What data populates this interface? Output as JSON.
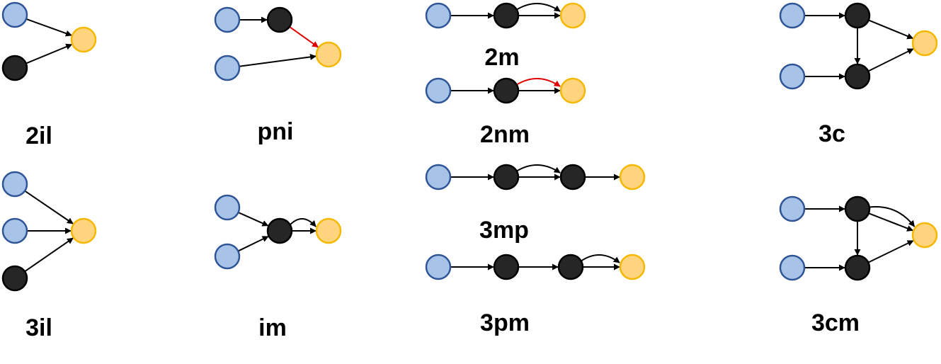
{
  "diagram": {
    "colors": {
      "input_fill": "#a7c4e8",
      "input_stroke": "#2f5597",
      "hidden_fill": "#262626",
      "hidden_stroke": "#000000",
      "output_fill": "#ffd47f",
      "output_stroke": "#f5b800",
      "edge_default": "#000000",
      "edge_red": "#e00000"
    },
    "motifs": [
      {
        "id": "2il",
        "label": "2il",
        "nodes": [
          {
            "id": "a",
            "role": "input"
          },
          {
            "id": "b",
            "role": "hidden"
          },
          {
            "id": "o",
            "role": "output"
          }
        ],
        "edges": [
          {
            "from": "a",
            "to": "o"
          },
          {
            "from": "b",
            "to": "o"
          }
        ]
      },
      {
        "id": "pni",
        "label": "pni",
        "nodes": [
          {
            "id": "a",
            "role": "input"
          },
          {
            "id": "b",
            "role": "input"
          },
          {
            "id": "h",
            "role": "hidden"
          },
          {
            "id": "o",
            "role": "output"
          }
        ],
        "edges": [
          {
            "from": "a",
            "to": "h"
          },
          {
            "from": "h",
            "to": "o",
            "color": "red"
          },
          {
            "from": "b",
            "to": "o"
          }
        ]
      },
      {
        "id": "2m",
        "label": "2m",
        "nodes": [
          {
            "id": "a",
            "role": "input"
          },
          {
            "id": "h",
            "role": "hidden"
          },
          {
            "id": "o",
            "role": "output"
          }
        ],
        "edges": [
          {
            "from": "a",
            "to": "h"
          },
          {
            "from": "h",
            "to": "o"
          },
          {
            "from": "h",
            "to": "o",
            "curved": true
          }
        ]
      },
      {
        "id": "2nm",
        "label": "2nm",
        "nodes": [
          {
            "id": "a",
            "role": "input"
          },
          {
            "id": "h",
            "role": "hidden"
          },
          {
            "id": "o",
            "role": "output"
          }
        ],
        "edges": [
          {
            "from": "a",
            "to": "h"
          },
          {
            "from": "h",
            "to": "o"
          },
          {
            "from": "h",
            "to": "o",
            "curved": true,
            "color": "red"
          }
        ]
      },
      {
        "id": "3c",
        "label": "3c",
        "nodes": [
          {
            "id": "a",
            "role": "input"
          },
          {
            "id": "b",
            "role": "input"
          },
          {
            "id": "h1",
            "role": "hidden"
          },
          {
            "id": "h2",
            "role": "hidden"
          },
          {
            "id": "o",
            "role": "output"
          }
        ],
        "edges": [
          {
            "from": "a",
            "to": "h1"
          },
          {
            "from": "b",
            "to": "h2"
          },
          {
            "from": "h1",
            "to": "h2"
          },
          {
            "from": "h1",
            "to": "o"
          },
          {
            "from": "h2",
            "to": "o"
          }
        ]
      },
      {
        "id": "3il",
        "label": "3il",
        "nodes": [
          {
            "id": "a",
            "role": "input"
          },
          {
            "id": "b",
            "role": "input"
          },
          {
            "id": "c",
            "role": "hidden"
          },
          {
            "id": "o",
            "role": "output"
          }
        ],
        "edges": [
          {
            "from": "a",
            "to": "o"
          },
          {
            "from": "b",
            "to": "o"
          },
          {
            "from": "c",
            "to": "o"
          }
        ]
      },
      {
        "id": "im",
        "label": "im",
        "nodes": [
          {
            "id": "a",
            "role": "input"
          },
          {
            "id": "b",
            "role": "input"
          },
          {
            "id": "h",
            "role": "hidden"
          },
          {
            "id": "o",
            "role": "output"
          }
        ],
        "edges": [
          {
            "from": "a",
            "to": "h"
          },
          {
            "from": "b",
            "to": "h"
          },
          {
            "from": "h",
            "to": "o"
          },
          {
            "from": "h",
            "to": "o",
            "curved": true
          }
        ]
      },
      {
        "id": "3mp",
        "label": "3mp",
        "nodes": [
          {
            "id": "a",
            "role": "input"
          },
          {
            "id": "h1",
            "role": "hidden"
          },
          {
            "id": "h2",
            "role": "hidden"
          },
          {
            "id": "o",
            "role": "output"
          }
        ],
        "edges": [
          {
            "from": "a",
            "to": "h1"
          },
          {
            "from": "h1",
            "to": "h2"
          },
          {
            "from": "h1",
            "to": "h2",
            "curved": true
          },
          {
            "from": "h2",
            "to": "o"
          }
        ]
      },
      {
        "id": "3pm",
        "label": "3pm",
        "nodes": [
          {
            "id": "a",
            "role": "input"
          },
          {
            "id": "h1",
            "role": "hidden"
          },
          {
            "id": "h2",
            "role": "hidden"
          },
          {
            "id": "o",
            "role": "output"
          }
        ],
        "edges": [
          {
            "from": "a",
            "to": "h1"
          },
          {
            "from": "h1",
            "to": "h2"
          },
          {
            "from": "h2",
            "to": "o"
          },
          {
            "from": "h2",
            "to": "o",
            "curved": true
          }
        ]
      },
      {
        "id": "3cm",
        "label": "3cm",
        "nodes": [
          {
            "id": "a",
            "role": "input"
          },
          {
            "id": "b",
            "role": "input"
          },
          {
            "id": "h1",
            "role": "hidden"
          },
          {
            "id": "h2",
            "role": "hidden"
          },
          {
            "id": "o",
            "role": "output"
          }
        ],
        "edges": [
          {
            "from": "a",
            "to": "h1"
          },
          {
            "from": "b",
            "to": "h2"
          },
          {
            "from": "h1",
            "to": "h2"
          },
          {
            "from": "h1",
            "to": "o"
          },
          {
            "from": "h1",
            "to": "o",
            "curved": true
          },
          {
            "from": "h2",
            "to": "o"
          }
        ]
      }
    ]
  }
}
